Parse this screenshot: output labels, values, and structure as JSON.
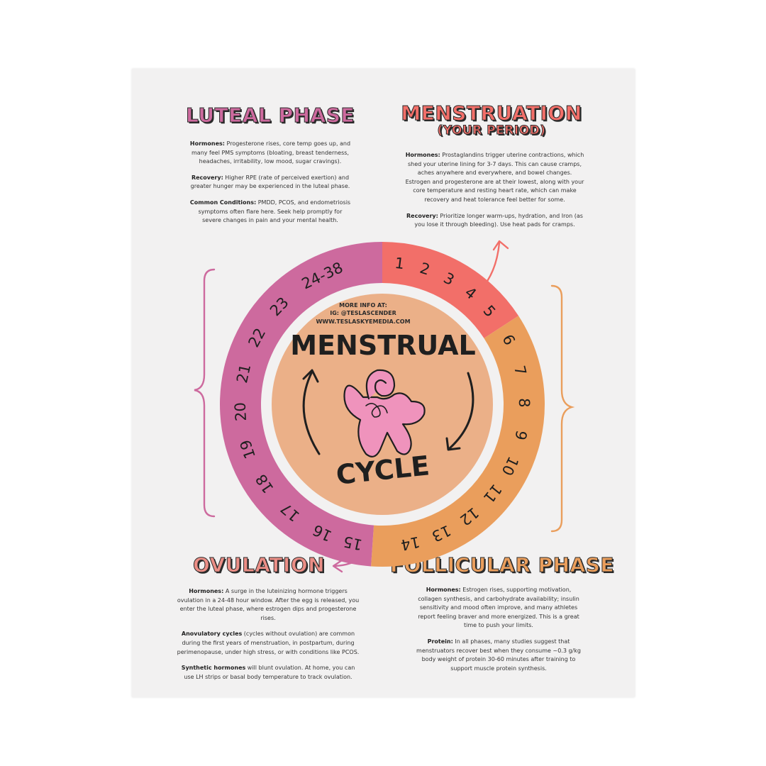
{
  "colors": {
    "luteal": "#cd6a9e",
    "menstruation": "#f26f69",
    "follicular": "#ea9e5c",
    "ovulation_title": "#eb8e86",
    "center": "#ebb088",
    "uterus": "#ef93bc",
    "ink": "#2b2b2b",
    "paper": "#f2f1f1"
  },
  "luteal": {
    "title": "LUTEAL PHASE",
    "hormones_label": "Hormones:",
    "hormones_text": " Progesterone rises, core temp goes up, and many feel PMS symptoms (bloating, breast tenderness, headaches, irritability, low mood, sugar cravings).",
    "recovery_label": "Recovery:",
    "recovery_text": " Higher RPE (rate of perceived exertion) and greater hunger may be experienced in the luteal phase.",
    "conditions_label": "Common Conditions:",
    "conditions_text": " PMDD, PCOS, and endometriosis symptoms often flare here. Seek help promptly for severe changes in pain and your mental health."
  },
  "menstruation": {
    "title": "MENSTRUATION",
    "subtitle": "(YOUR PERIOD)",
    "hormones_label": "Hormones:",
    "hormones_text": " Prostaglandins trigger uterine contractions, which shed your uterine lining for 3-7 days. This can cause cramps, aches anywhere and everywhere, and bowel changes. Estrogen and progesterone are at their lowest, along with your core temperature and resting heart rate, which can make recovery and heat tolerance feel better for some.",
    "recovery_label": "Recovery:",
    "recovery_text": " Prioritize longer warm-ups, hydration, and Iron (as you lose it through bleeding). Use heat pads for cramps."
  },
  "ovulation": {
    "title": "OVULATION",
    "hormones_label": "Hormones:",
    "hormones_text": " A surge in the luteinizing hormone triggers ovulation in a 24-48 hour window. After the egg is released, you enter the luteal phase, where estrogen dips and progesterone rises.",
    "anovulatory_label": "Anovulatory cycles",
    "anovulatory_text": " (cycles without ovulation) are common during the first years of menstruation, in postpartum, during perimenopause, under high stress, or with conditions like PCOS.",
    "synthetic_label": "Synthetic hormones",
    "synthetic_text": " will blunt ovulation. At home, you can use LH strips or basal body temperature to track ovulation."
  },
  "follicular": {
    "title": "FOLLICULAR PHASE",
    "hormones_label": "Hormones:",
    "hormones_text": " Estrogen rises, supporting motivation, collagen synthesis, and carbohydrate availability; insulin sensitivity and mood often improve, and many athletes report feeling braver and more energized. This is a great time to push your limits.",
    "protein_label": "Protein:",
    "protein_text": " In all phases, many studies suggest that menstruators recover best when they consume ~0.3 g/kg body weight of protein 30-60 minutes after training to support muscle protein synthesis."
  },
  "center": {
    "info_1": "MORE INFO AT:",
    "info_2": "IG: @TESLASCENDER",
    "info_3": "WWW.TESLASKYEMEDIA.COM",
    "word_1": "MENSTRUAL",
    "word_2": "CYCLE"
  },
  "wheel": {
    "menstruation_days": [
      "1",
      "2",
      "3",
      "4",
      "5"
    ],
    "follicular_days": [
      "6",
      "7",
      "8",
      "9",
      "10",
      "11",
      "12",
      "13",
      "14"
    ],
    "ovulation_days": [
      "15"
    ],
    "luteal_days": [
      "16",
      "17",
      "18",
      "19",
      "20",
      "21",
      "22",
      "23",
      "24-38"
    ]
  }
}
